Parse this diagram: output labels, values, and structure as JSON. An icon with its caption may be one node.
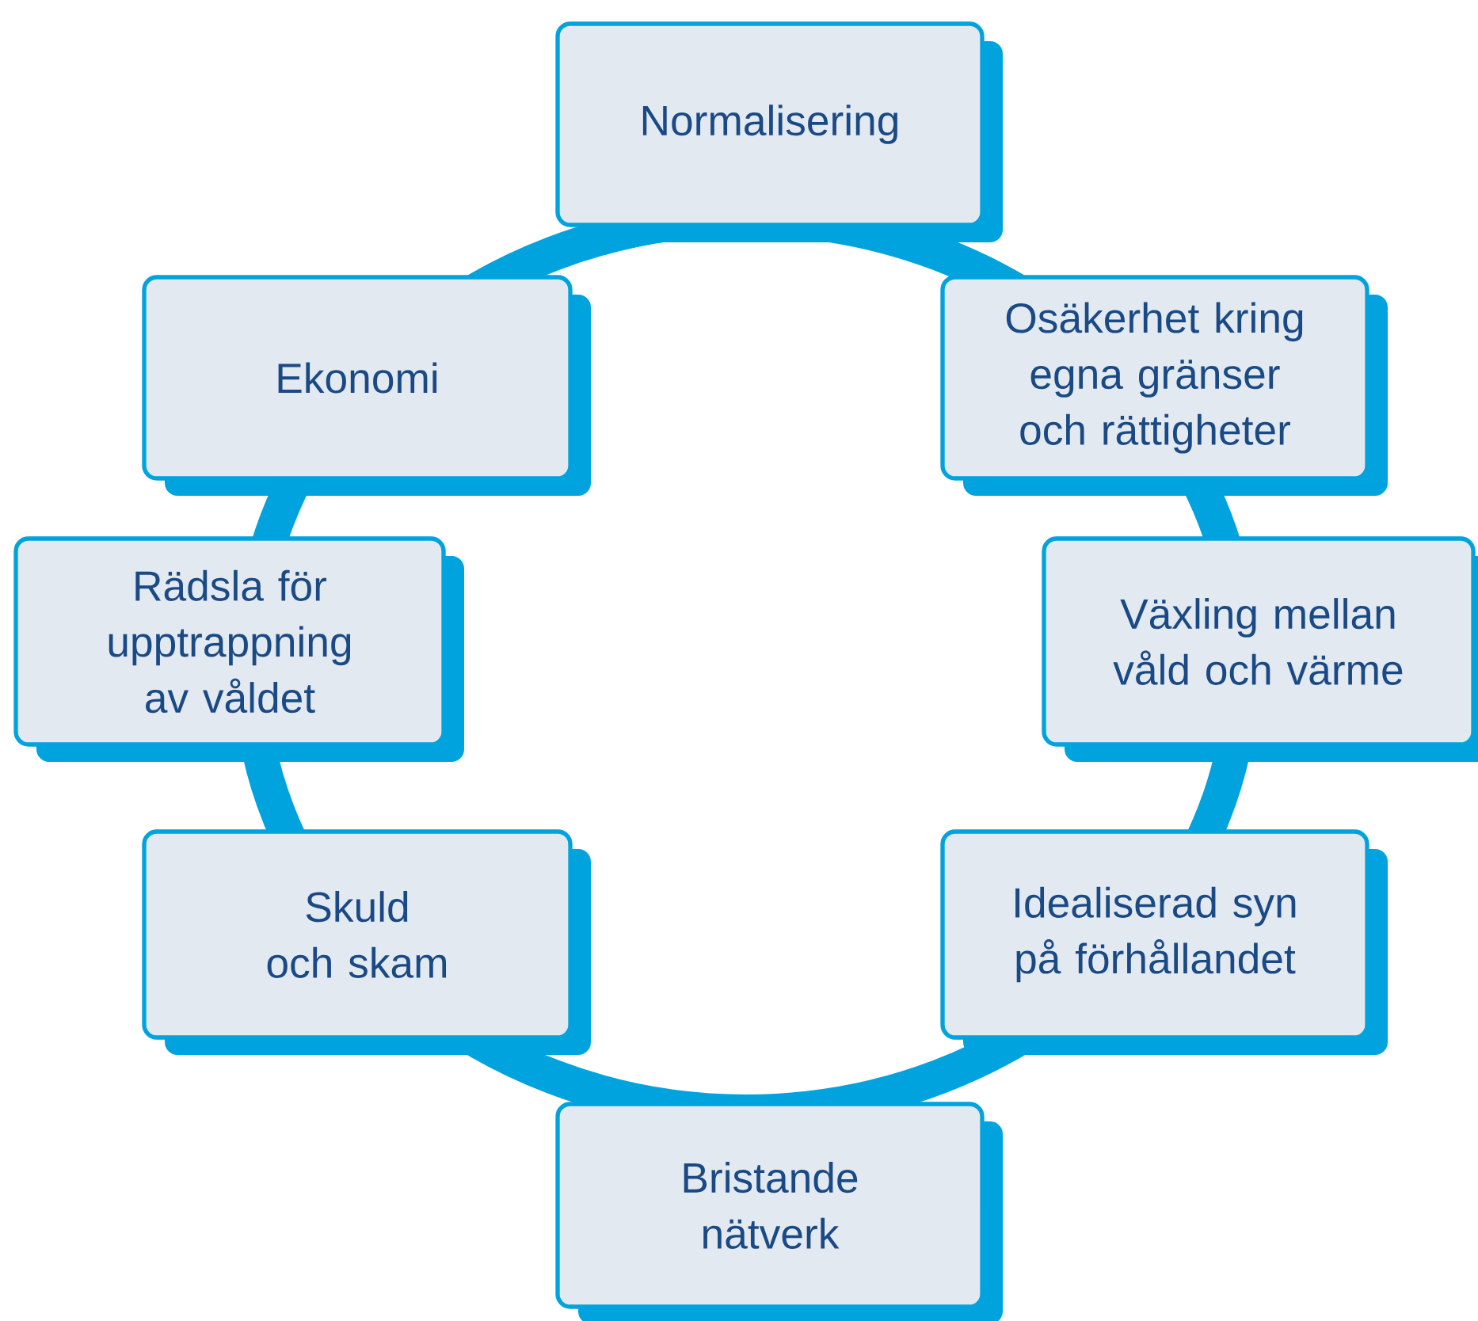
{
  "diagram": {
    "nodes": [
      {
        "text": [
          "Normalisering"
        ]
      },
      {
        "text": [
          "Ekonomi"
        ]
      },
      {
        "text": [
          "Osäkerhet kring egna gränser och rättigheter"
        ]
      },
      {
        "text": [
          "Rädsla för upptrappning av våldet"
        ]
      },
      {
        "text": [
          "Växling mellan våld och värme"
        ]
      },
      {
        "text": [
          "Skuld och skam"
        ]
      },
      {
        "text": [
          "Idealiserad syn på förhållandet"
        ]
      },
      {
        "text": [
          "Bristande nätverk"
        ]
      }
    ]
  }
}
